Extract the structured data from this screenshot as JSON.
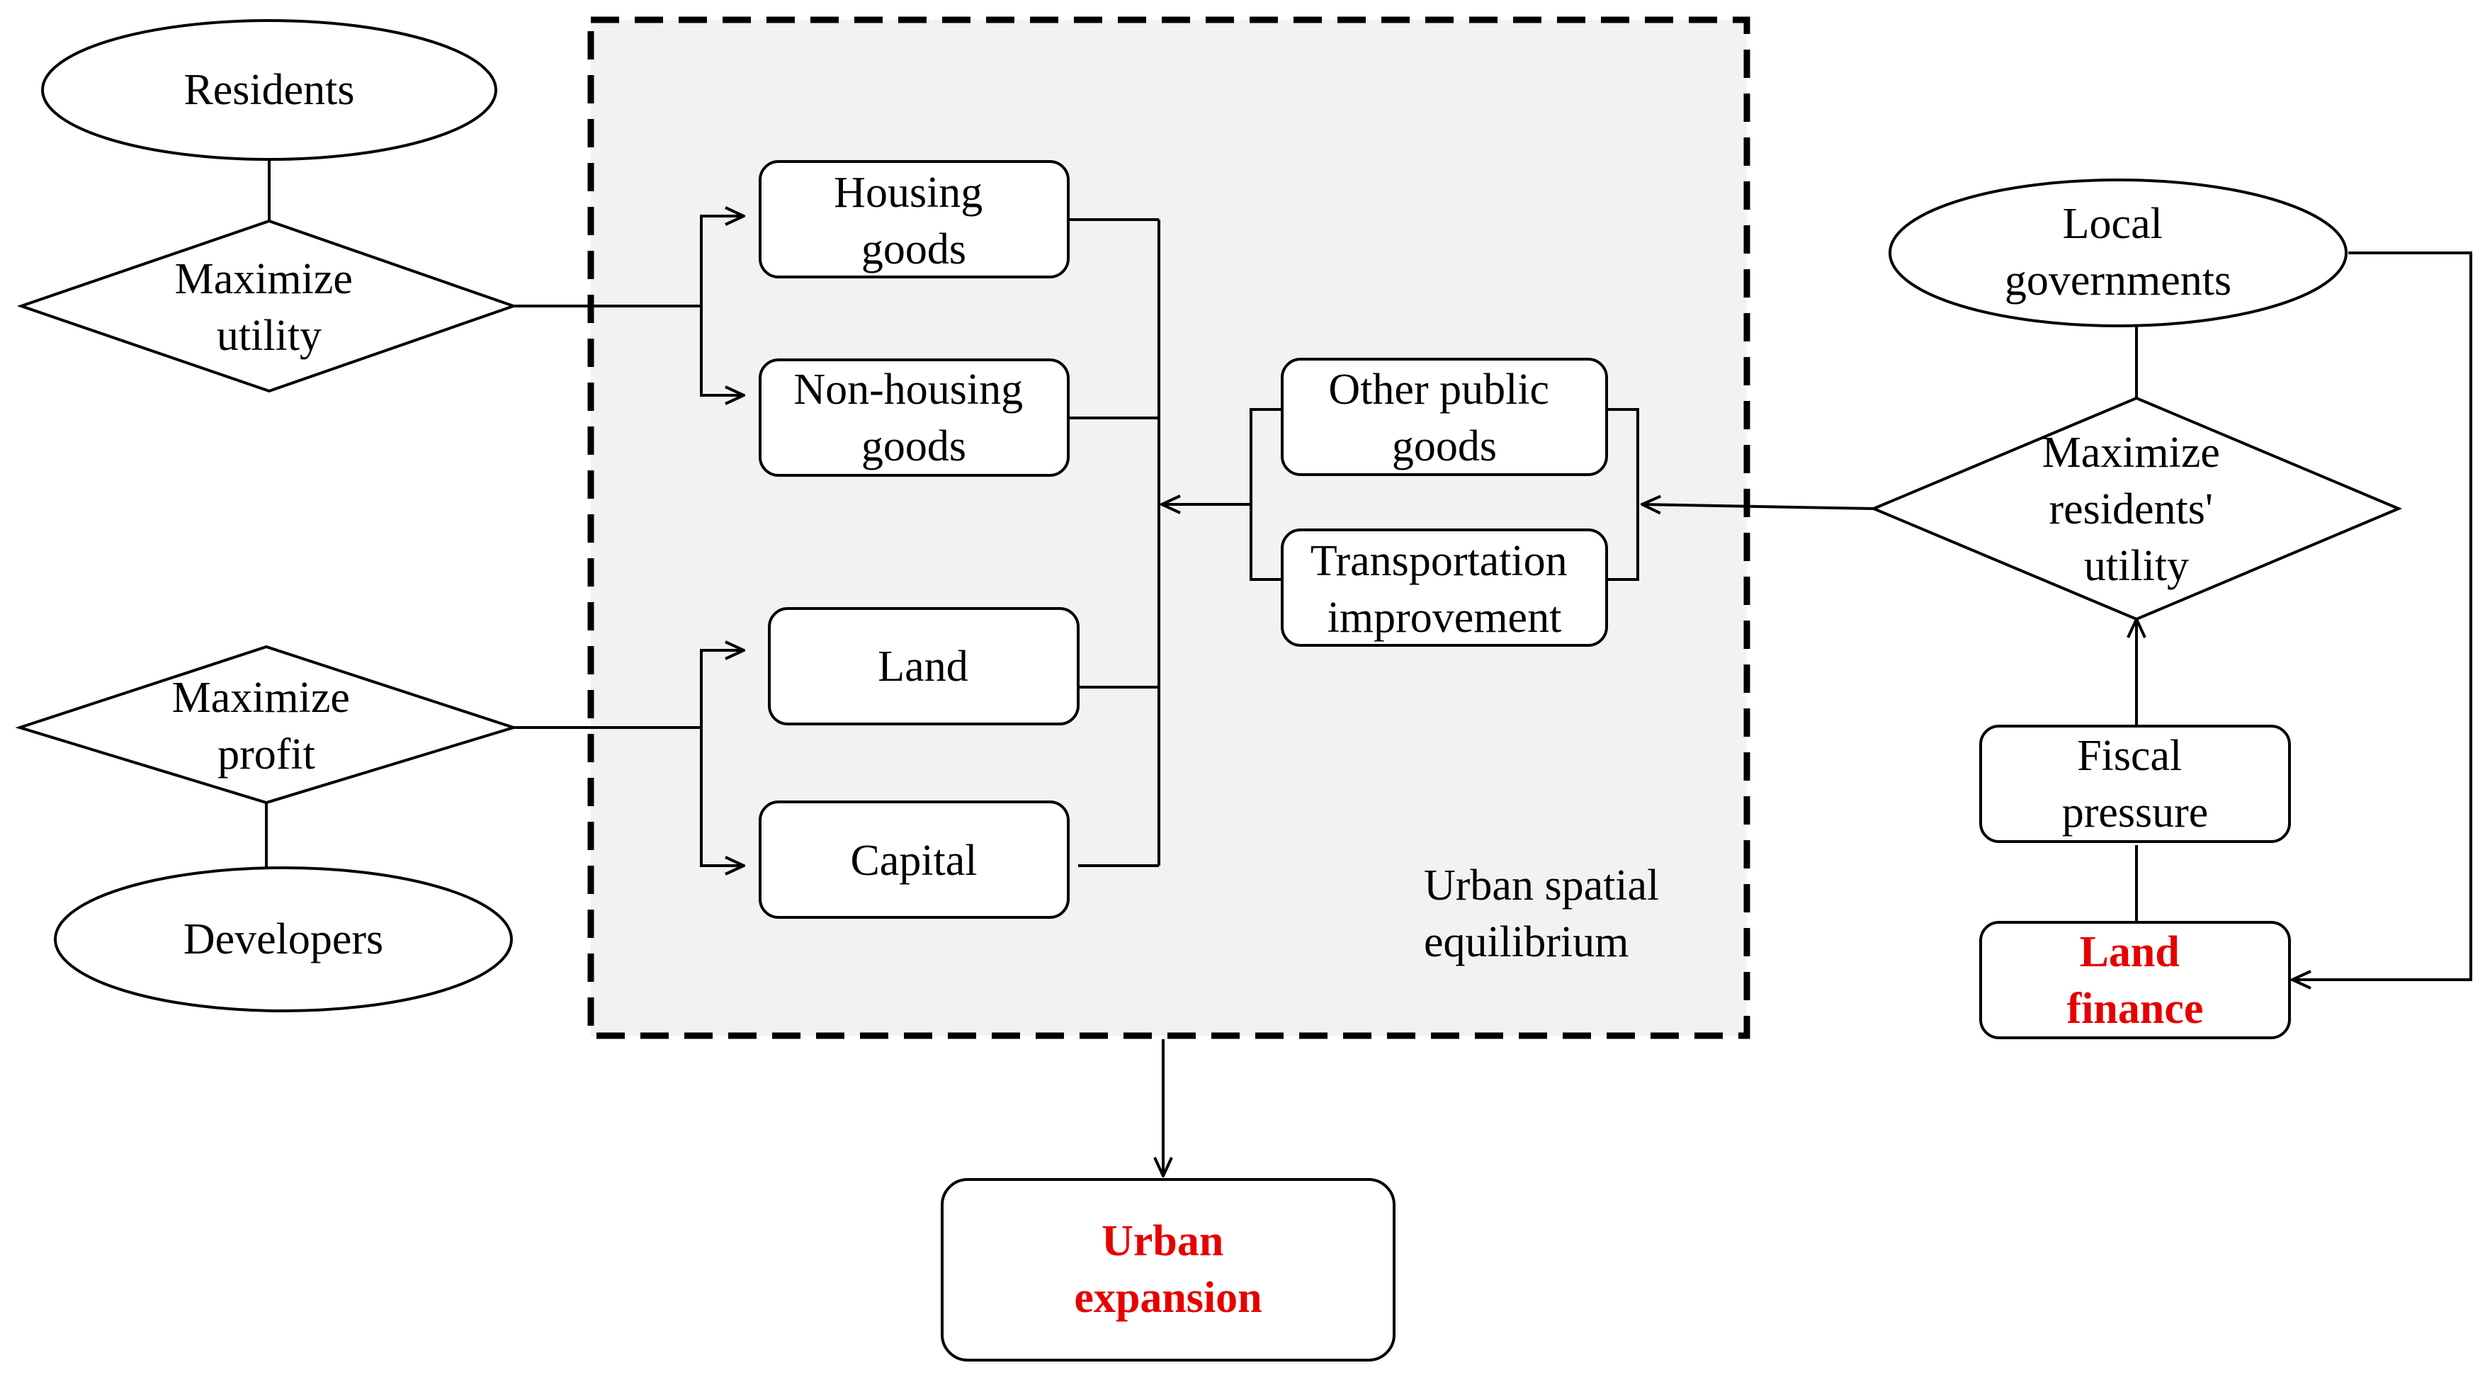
{
  "colors": {
    "highlight": "#e60000",
    "panel_fill": "#f2f2f2",
    "stroke": "#000000"
  },
  "actors": {
    "residents": "Residents",
    "developers": "Developers",
    "local_governments": [
      "Local",
      "governments"
    ]
  },
  "objectives": {
    "maximize_utility": [
      "Maximize",
      "utility"
    ],
    "maximize_profit": [
      "Maximize",
      "profit"
    ],
    "maximize_residents_utility": [
      "Maximize",
      "residents'",
      "utility"
    ]
  },
  "goods": {
    "housing": [
      "Housing",
      "goods"
    ],
    "non_housing": [
      "Non-housing",
      "goods"
    ],
    "land": "Land",
    "capital": "Capital",
    "other_public": [
      "Other public",
      "goods"
    ],
    "transportation": [
      "Transportation",
      "improvement"
    ]
  },
  "equilibrium": [
    "Urban spatial",
    "equilibrium"
  ],
  "fiscal_pressure": [
    "Fiscal",
    "pressure"
  ],
  "land_finance": [
    "Land",
    "finance"
  ],
  "urban_expansion": [
    "Urban",
    "expansion"
  ]
}
